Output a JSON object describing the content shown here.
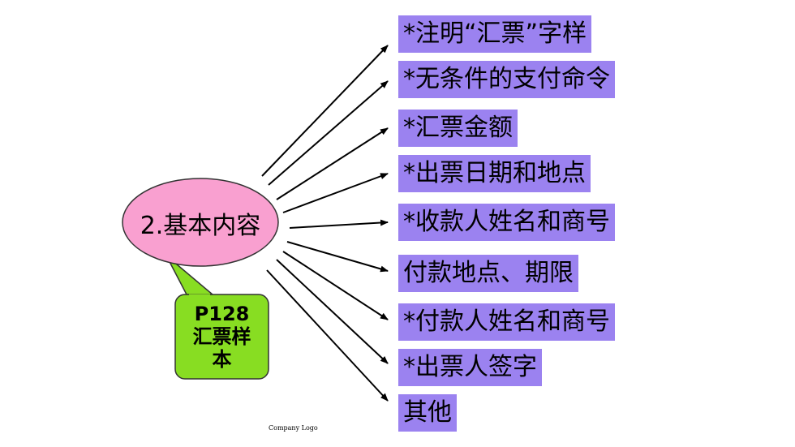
{
  "center": {
    "label": "2.基本内容"
  },
  "callout": {
    "line1": "P128",
    "line2": "汇票样",
    "line3": "本"
  },
  "items": [
    {
      "label": "*注明“汇票”字样"
    },
    {
      "label": "*无条件的支付命令"
    },
    {
      "label": "*汇票金额"
    },
    {
      "label": "*出票日期和地点"
    },
    {
      "label": "*收款人姓名和商号"
    },
    {
      "label": "付款地点、期限"
    },
    {
      "label": "*付款人姓名和商号"
    },
    {
      "label": "*出票人签字"
    },
    {
      "label": "其他"
    }
  ],
  "footer": {
    "logo": "Company Logo"
  },
  "colors": {
    "ellipse_fill": "#f9a0d0",
    "callout_fill": "#88dd22",
    "item_fill": "#9b82f0"
  }
}
